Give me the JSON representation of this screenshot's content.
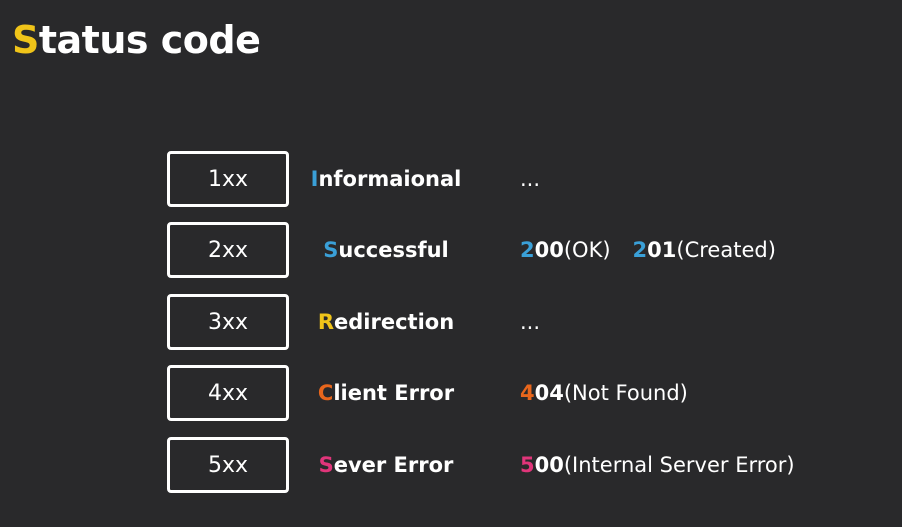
{
  "title": {
    "first_letter": "S",
    "rest": "tatus code",
    "accent_color": "#f0c419"
  },
  "rows": [
    {
      "code": "1xx",
      "category_first": "I",
      "category_rest": "nformaional",
      "accent_color": "#3aa0d8",
      "examples_text": "...",
      "examples": []
    },
    {
      "code": "2xx",
      "category_first": "S",
      "category_rest": "uccessful",
      "accent_color": "#3aa0d8",
      "examples_text": "",
      "examples": [
        {
          "first": "2",
          "rest": "00",
          "label": "(OK)"
        },
        {
          "first": "2",
          "rest": "01",
          "label": "(Created)"
        }
      ]
    },
    {
      "code": "3xx",
      "category_first": "R",
      "category_rest": "edirection",
      "accent_color": "#f0c419",
      "examples_text": "...",
      "examples": []
    },
    {
      "code": "4xx",
      "category_first": "C",
      "category_rest": "lient Error",
      "accent_color": "#e8661c",
      "examples_text": "",
      "examples": [
        {
          "first": "4",
          "rest": "04",
          "label": "(Not Found)"
        }
      ]
    },
    {
      "code": "5xx",
      "category_first": "S",
      "category_rest": "ever Error",
      "accent_color": "#e0357a",
      "examples_text": "",
      "examples": [
        {
          "first": "5",
          "rest": "00",
          "label": "(Internal Server Error)"
        }
      ]
    }
  ]
}
